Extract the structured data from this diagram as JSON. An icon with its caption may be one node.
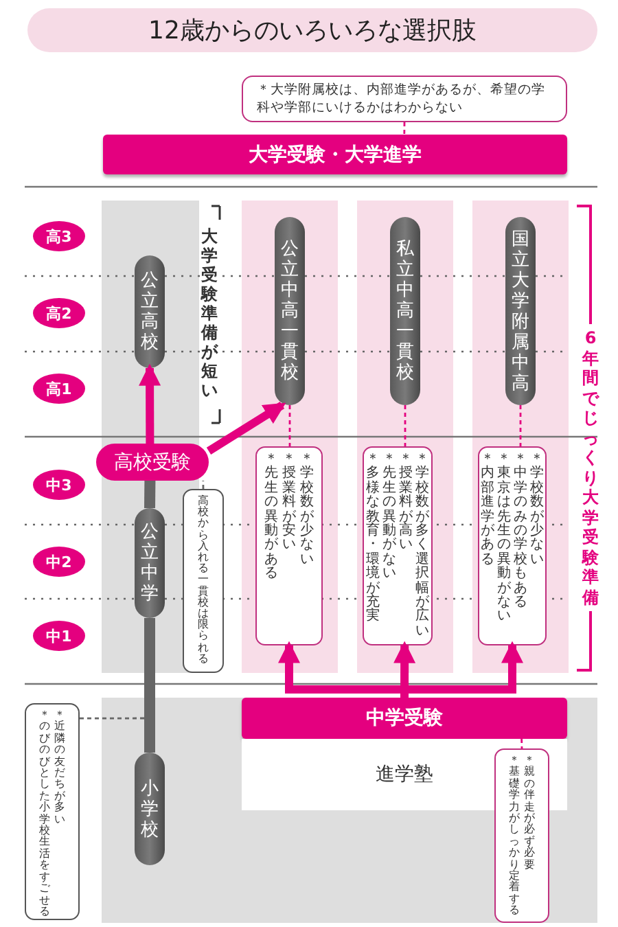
{
  "diagram": {
    "title": "12歳からのいろいろな選択肢",
    "nodes": [
      {
        "text": [
          "＊大学附属校は、内部進学があるが、希望の学科や学部にいけるかはわからない"
        ]
      },
      {
        "text": [
          "大学受験・大学進学"
        ]
      },
      {
        "text": [
          "高3"
        ]
      },
      {
        "text": [
          "高2"
        ]
      },
      {
        "text": [
          "高1"
        ]
      },
      {
        "text": [
          "中3"
        ]
      },
      {
        "text": [
          "中2"
        ]
      },
      {
        "text": [
          "中1"
        ]
      },
      {
        "text": [
          "公立高校"
        ]
      },
      {
        "text": [
          "公立中高一貫校"
        ]
      },
      {
        "text": [
          "私立中高一貫校"
        ]
      },
      {
        "text": [
          "国立大学附属中高"
        ]
      },
      {
        "text": [
          "高校受験"
        ]
      },
      {
        "text": [
          "公立中学"
        ]
      },
      {
        "text": [
          "高校から入れる一貫校は限られる"
        ]
      },
      {
        "text": [
          "＊先生の異動がある",
          "＊授業料が安い",
          "＊学校数が少ない"
        ]
      },
      {
        "text": [
          "＊多様な教育・環境が充実",
          "＊先生の異動がない",
          "＊授業料が高い",
          "＊学校数が多く選択幅が広い"
        ]
      },
      {
        "text": [
          "＊内部進学がある",
          "＊東京は先生の異動がない",
          "＊中学のみの学校もある",
          "＊学校数が少ない"
        ]
      },
      {
        "text": [
          "中学受験"
        ]
      },
      {
        "text": [
          "進学塾"
        ]
      },
      {
        "text": [
          "小学校"
        ]
      },
      {
        "text": [
          "＊のびのびとした小学校生活をすごせる",
          "＊近隣の友だちが多い"
        ]
      },
      {
        "text": [
          "＊基礎学力がしっかり定着する",
          "＊親の伴走が必ず必要"
        ]
      }
    ],
    "edges": [
      {
        "from": 0,
        "to": 1,
        "arrow": "none",
        "style": "dashed"
      },
      {
        "from": 12,
        "to": 8,
        "arrow": "to",
        "style": "thick"
      },
      {
        "from": 12,
        "to": 9,
        "arrow": "to",
        "style": "thick"
      },
      {
        "from": 13,
        "to": 12,
        "arrow": "none",
        "style": "thick",
        "color": "#666666"
      },
      {
        "from": 20,
        "to": 13,
        "arrow": "none",
        "style": "thick",
        "color": "#666666"
      },
      {
        "from": 14,
        "to": 12,
        "arrow": "none",
        "style": "dashed",
        "color": "#666666"
      },
      {
        "from": 9,
        "to": 15,
        "arrow": "none",
        "style": "dashed"
      },
      {
        "from": 10,
        "to": 16,
        "arrow": "none",
        "style": "dashed"
      },
      {
        "from": 11,
        "to": 17,
        "arrow": "none",
        "style": "dashed"
      },
      {
        "from": 18,
        "to": 15,
        "arrow": "to",
        "style": "thick"
      },
      {
        "from": 18,
        "to": 16,
        "arrow": "to",
        "style": "thick"
      },
      {
        "from": 18,
        "to": 17,
        "arrow": "to",
        "style": "thick"
      },
      {
        "from": 21,
        "to": null,
        "arrow": "none",
        "style": "dashed",
        "color": "#666666"
      },
      {
        "from": 18,
        "to": 22,
        "arrow": "none",
        "style": "dashed"
      }
    ],
    "labels": [
      "大学受験準備が短い",
      "6年間でじっくり大学受験準備"
    ]
  }
}
